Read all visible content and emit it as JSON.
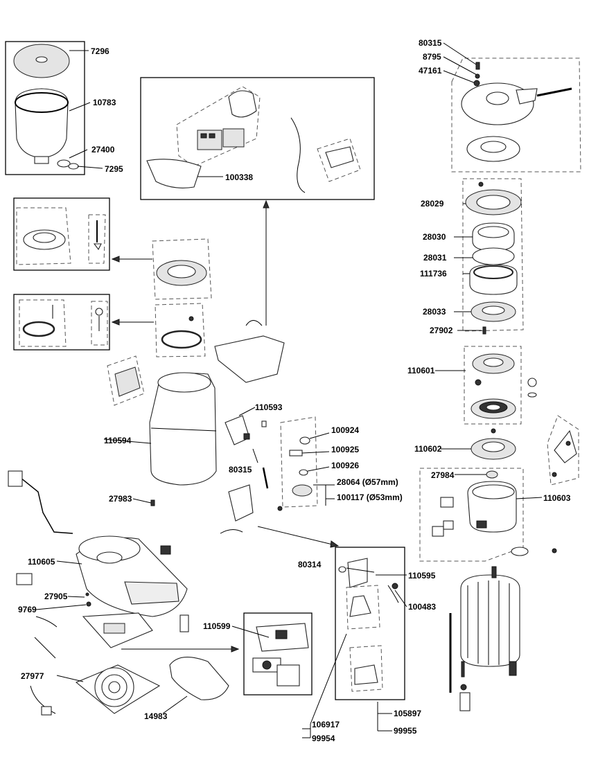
{
  "labels": {
    "p7296": "7296",
    "p10783": "10783",
    "p27400": "27400",
    "p7295": "7295",
    "p100338": "100338",
    "p80315a": "80315",
    "p8795": "8795",
    "p47161": "47161",
    "p28029": "28029",
    "p28030": "28030",
    "p28031": "28031",
    "p111736": "111736",
    "p28033": "28033",
    "p27902": "27902",
    "p110601": "110601",
    "p110602": "110602",
    "p27984": "27984",
    "p110603": "110603",
    "p110593": "110593",
    "p110594": "110594",
    "p80315b": "80315",
    "p100924": "100924",
    "p100925": "100925",
    "p100926": "100926",
    "p28064": "28064 (Ø57mm)",
    "p100117": "100117 (Ø53mm)",
    "p27983": "27983",
    "p110605": "110605",
    "p27905": "27905",
    "p9769": "9769",
    "p80314": "80314",
    "p110595": "110595",
    "p100483": "100483",
    "p110599": "110599",
    "p27977": "27977",
    "p14983": "14983",
    "p106917": "106917",
    "p99954": "99954",
    "p105897": "105897",
    "p99955": "99955"
  }
}
